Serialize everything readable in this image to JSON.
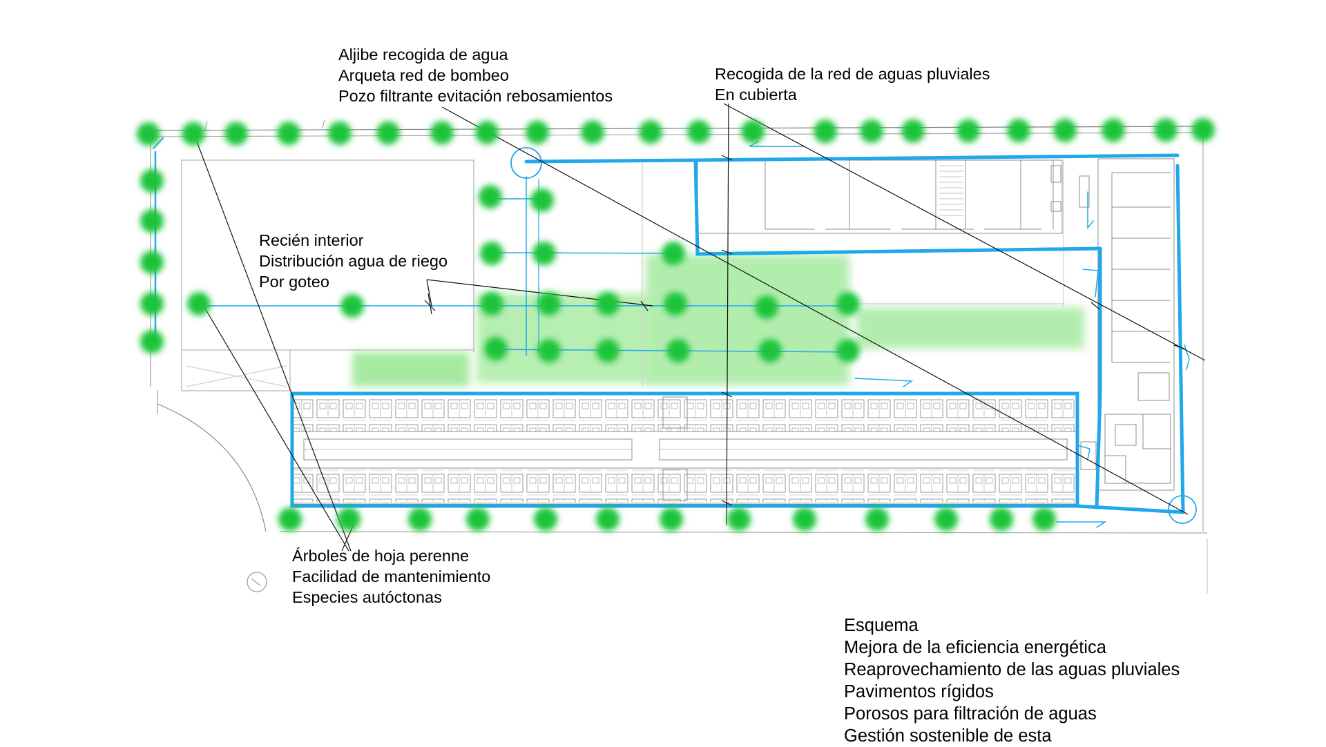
{
  "diagram": {
    "labels": {
      "cistern": [
        "Aljibe recogida de agua",
        "Arqueta red de bombeo",
        "Pozo filtrante evitación rebosamientos"
      ],
      "rain_collection": [
        "Recogida de la red de aguas pluviales",
        "En cubierta"
      ],
      "irrigation": [
        "Recién interior",
        "Distribución agua de riego",
        "Por goteo"
      ],
      "trees": [
        "Árboles de hoja perenne",
        "Facilidad de mantenimiento",
        "Especies autóctonas"
      ],
      "scheme": [
        "Esquema",
        "Mejora de la eficiencia energética",
        "Reaprovechamiento de las aguas pluviales",
        "Pavimentos rígidos",
        "Porosos para filtración de aguas",
        "Gestión sostenible de esta"
      ]
    },
    "colors": {
      "water_line": "#1fa8ea",
      "tree_green": "#1fc43a",
      "lawn_green": "#9fe89a",
      "plan_line": "#7a7a7a",
      "leader_line": "#111111"
    }
  }
}
